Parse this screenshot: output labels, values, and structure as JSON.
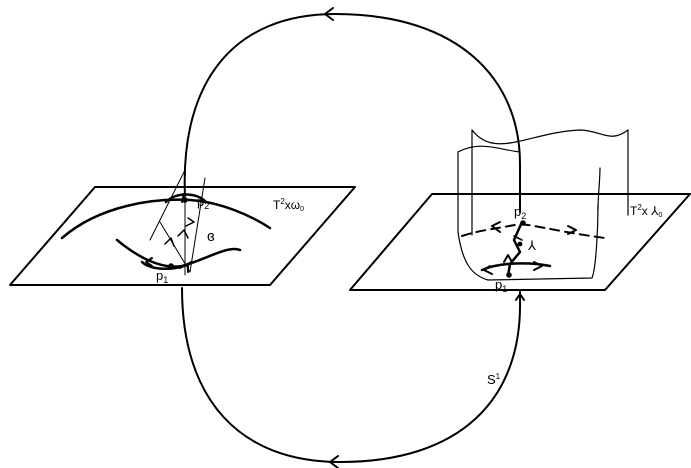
{
  "labels": {
    "p2_left": "p",
    "p2_left_sub": "2",
    "p1_left": "p",
    "p1_left_sub": "1",
    "sigma": "ɞ",
    "left_plane_T": "T",
    "left_plane_T_sup": "2",
    "left_plane_rest": "xω",
    "left_plane_sub": "0",
    "p2_right": "p",
    "p2_right_sub": "2",
    "p1_right": "p",
    "p1_right_sub": "1",
    "lambda": "⅄",
    "right_plane_T": "T",
    "right_plane_T_sup": "2",
    "right_plane_rest": "x ⅄",
    "right_plane_sub": "0",
    "circle_S": "S",
    "circle_S_sup": "1"
  },
  "colors": {
    "ink": "#000000",
    "background": "#ffffff"
  }
}
